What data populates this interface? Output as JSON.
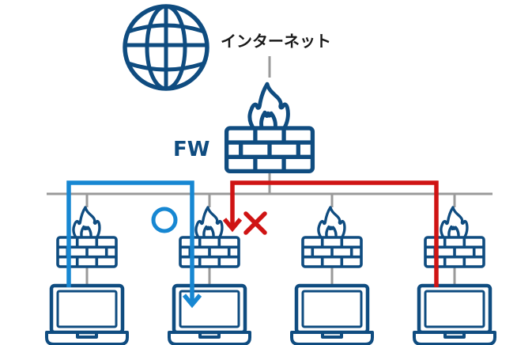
{
  "diagram": {
    "internet_label": "インターネット",
    "fw_label": "FW"
  },
  "colors": {
    "navy": "#0f4c80",
    "blue": "#1787d2",
    "red": "#cf1414",
    "gray": "#9a9a9a",
    "text": "#1a1a1a",
    "bg": "#ffffff"
  },
  "icons": {
    "internet": "globe-icon",
    "gateway_firewall": "firewall-icon",
    "client_firewall": "personal-firewall-icon",
    "client": "laptop-icon",
    "allowed_mark": "allowed-circle-icon",
    "blocked_mark": "blocked-cross-icon"
  },
  "nodes": {
    "internet": "インターネット",
    "gateway": "FW",
    "clients": [
      "pc-1",
      "pc-2",
      "pc-3",
      "pc-4"
    ]
  },
  "flows": [
    {
      "name": "allowed-flow",
      "from": "pc-1",
      "to": "pc-2",
      "result": "allowed",
      "color": "#1787d2"
    },
    {
      "name": "blocked-flow",
      "from": "pc-4",
      "to": "pc-2",
      "result": "blocked",
      "color": "#cf1414"
    }
  ]
}
